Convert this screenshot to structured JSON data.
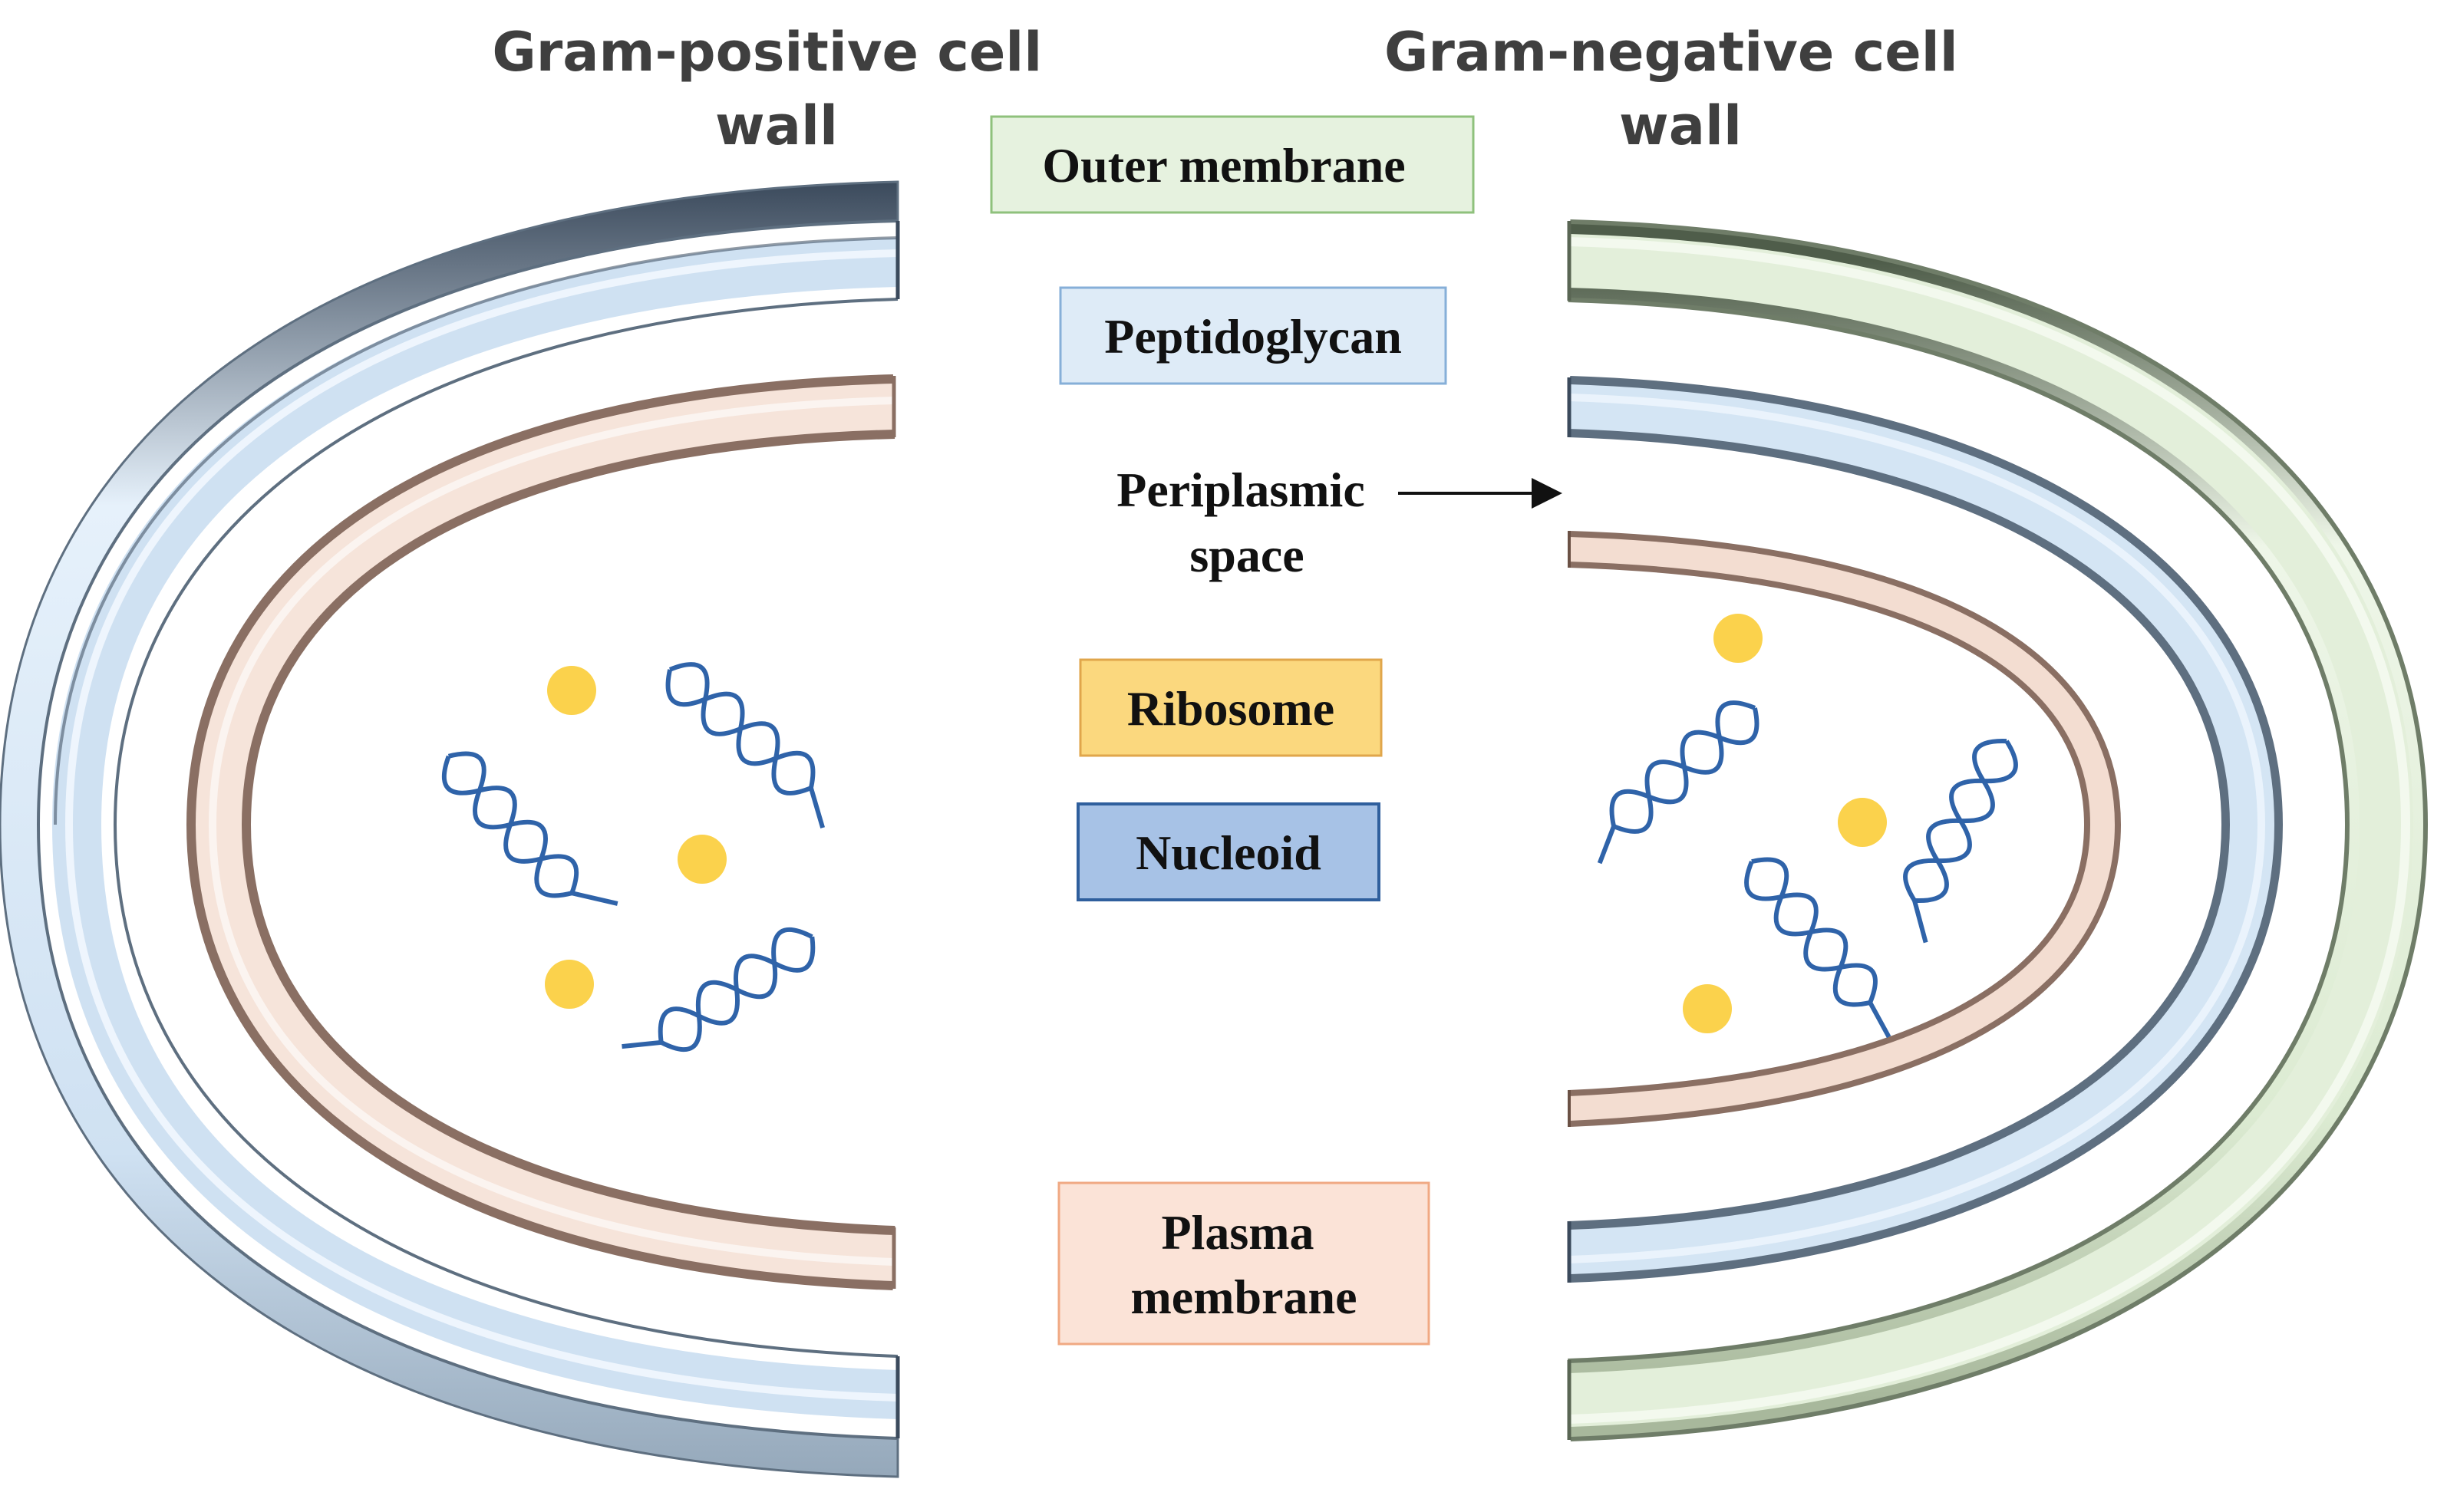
{
  "titles": {
    "gram_positive": [
      "Gram-positive cell",
      "wall"
    ],
    "gram_negative": [
      "Gram-negative cell",
      "wall"
    ]
  },
  "legend": {
    "outer_membrane": "Outer membrane",
    "peptidoglycan": "Peptidoglycan",
    "periplasmic_space": [
      "Periplasmic",
      "space"
    ],
    "ribosome": "Ribosome",
    "nucleoid": "Nucleoid",
    "plasma_membrane": [
      "Plasma",
      "membrane"
    ]
  },
  "colors": {
    "outer_membrane": "#e6f2df",
    "outer_membrane_border": "#8fc17c",
    "peptidoglycan": "#deebf7",
    "peptidoglycan_border": "#86afd8",
    "ribosome": "#fbd87e",
    "ribosome_border": "#e0a64b",
    "nucleoid": "#a7c2e6",
    "nucleoid_border": "#2f5f9d",
    "plasma_membrane": "#fbe3d7",
    "plasma_membrane_border": "#f0a983",
    "ribosome_dot": "#fbd24c",
    "dna_strand": "#2f63a9"
  }
}
